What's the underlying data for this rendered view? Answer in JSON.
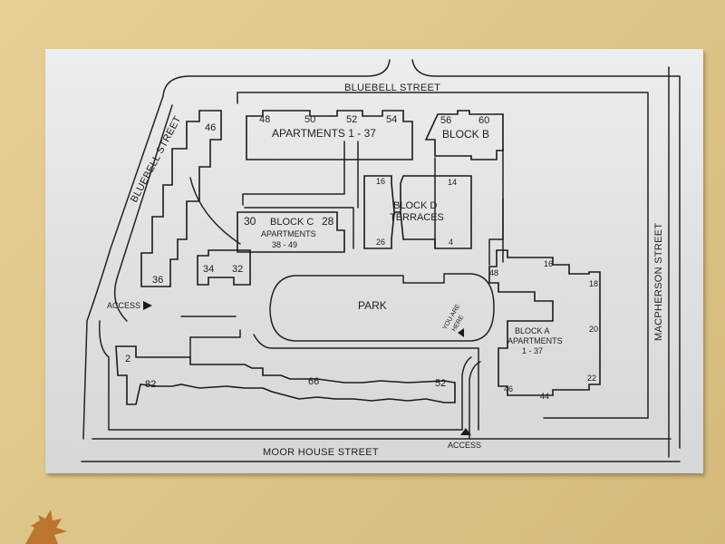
{
  "streets": {
    "north": "BLUEBELL STREET",
    "northwest": "BLUEBELL STREET",
    "east": "MACPHERSON STREET",
    "south": "MOOR HOUSE STREET"
  },
  "access": {
    "west": "ACCESS",
    "south": "ACCESS"
  },
  "you_are_here": {
    "line1": "YOU ARE",
    "line2": "HERE"
  },
  "park": "PARK",
  "apartments_1_37": {
    "title": "APARTMENTS 1 - 37",
    "numbers": [
      "48",
      "50",
      "52",
      "54"
    ]
  },
  "block_b": {
    "title": "BLOCK B",
    "numbers": [
      "56",
      "60"
    ]
  },
  "block_d": {
    "line1": "BLOCK D",
    "line2": "TERRACES",
    "numbers": [
      "16",
      "14",
      "26",
      "4"
    ]
  },
  "block_c": {
    "title": "BLOCK C",
    "line2": "APARTMENTS",
    "line3": "38 - 49",
    "numbers": [
      "30",
      "28"
    ]
  },
  "west_wing": {
    "numbers": [
      "46",
      "36"
    ]
  },
  "small_block": {
    "numbers": [
      "34",
      "32"
    ]
  },
  "south_block": {
    "numbers": [
      "2",
      "82",
      "66",
      "52"
    ]
  },
  "block_a": {
    "line1": "BLOCK A",
    "line2": "APARTMENTS",
    "line3": "1 - 37",
    "numbers": [
      "48",
      "16",
      "18",
      "20",
      "22",
      "44",
      "46"
    ]
  }
}
